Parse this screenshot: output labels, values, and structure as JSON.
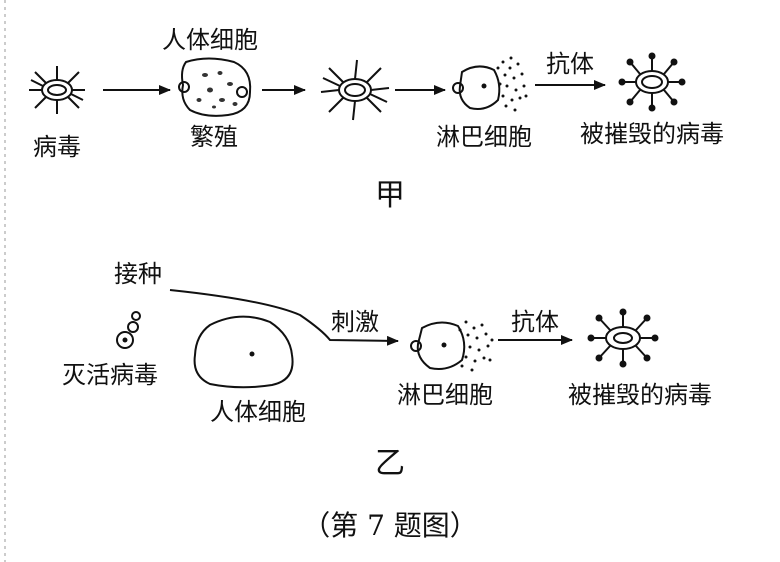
{
  "diagram_a": {
    "section_label": "甲",
    "virus_label": "病毒",
    "human_cell_label": "人体细胞",
    "reproduce_label": "繁殖",
    "lymphocyte_label": "淋巴细胞",
    "antibody_label": "抗体",
    "destroyed_virus_label": "被摧毁的病毒"
  },
  "diagram_b": {
    "section_label": "乙",
    "inoculate_label": "接种",
    "inactivated_virus_label": "灭活病毒",
    "human_cell_label": "人体细胞",
    "stimulate_label": "刺激",
    "lymphocyte_label": "淋巴细胞",
    "antibody_label": "抗体",
    "destroyed_virus_label": "被摧毁的病毒"
  },
  "caption": "（第 7 题图）"
}
